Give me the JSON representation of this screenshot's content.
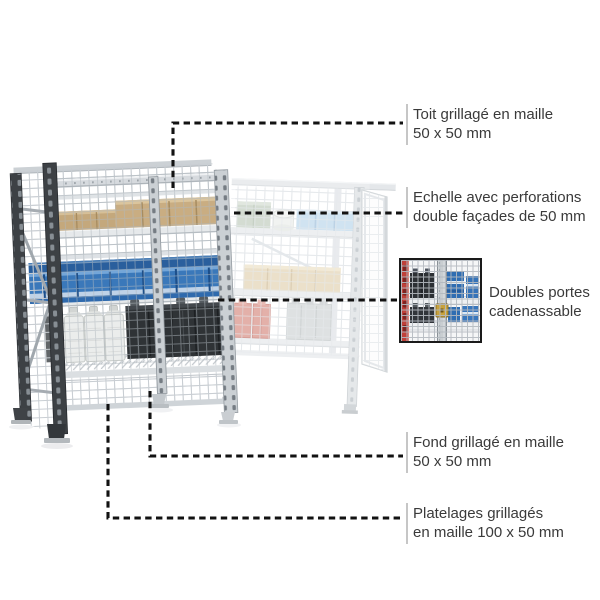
{
  "background": "#ffffff",
  "callouts": [
    {
      "id": "roof-mesh",
      "line1": "Toit grillagé en maille",
      "line2": "50 x 50 mm"
    },
    {
      "id": "ladder-frame",
      "line1": "Echelle avec perforations",
      "line2": "double façades de 50 mm"
    },
    {
      "id": "double-doors",
      "line1": "Doubles portes",
      "line2": "cadenassable"
    },
    {
      "id": "back-mesh",
      "line1": "Fond grillagé en maille",
      "line2": "50 x 50 mm"
    },
    {
      "id": "shelf-decks",
      "line1": "Platelages grillagés",
      "line2": "en maille 100 x 50 mm"
    }
  ],
  "icons": {
    "illustration": "wire-mesh-shelving-unit-photo",
    "inset": "double-doors-padlock-closeup-photo"
  },
  "colors": {
    "callout_line": "#121212",
    "label_text": "#3a3a3a",
    "label_separator": "#c6c6c6",
    "inset_border": "#1a1a1a",
    "steel_dark": "#3d4145",
    "steel_galvanized": "#cdd2d6",
    "mesh_gray": "#c9ced3",
    "shelf_beam": "#e6e9eb",
    "cardboard_tan": "#c9ad82",
    "bin_blue": "#3a78ba",
    "bin_blue_dark": "#2a5f9d",
    "can_white": "#ebedec",
    "can_dark": "#2f3336",
    "ghost_green": "#c8d3c6",
    "ghost_blue": "#c3dbed",
    "ghost_tan": "#e6d8bb",
    "ghost_red": "#db9a91",
    "latch_gold": "#c8a23d"
  }
}
